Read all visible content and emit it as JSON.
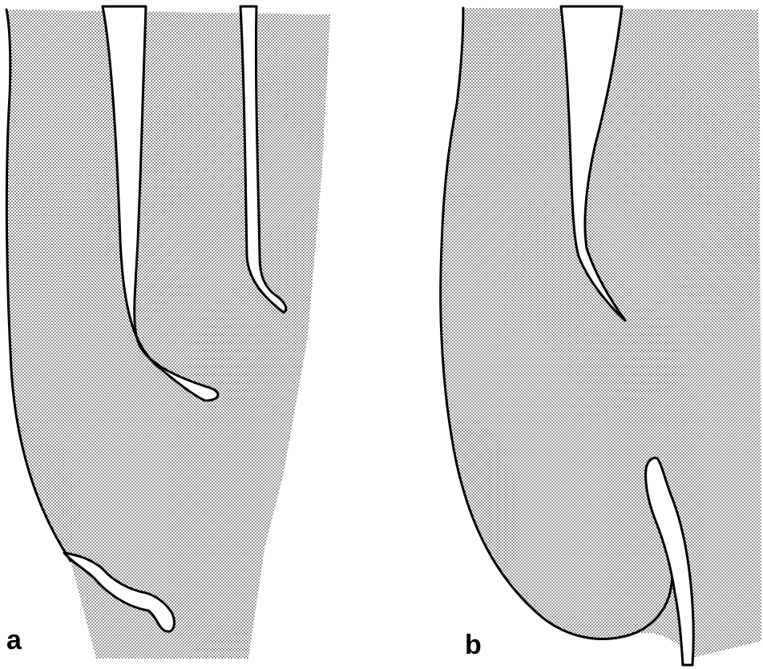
{
  "panels": [
    {
      "id": "a",
      "label": "a"
    },
    {
      "id": "b",
      "label": "b"
    }
  ],
  "colors": {
    "background": "#ffffff",
    "stipple": "#000000",
    "outline": "#000000"
  }
}
